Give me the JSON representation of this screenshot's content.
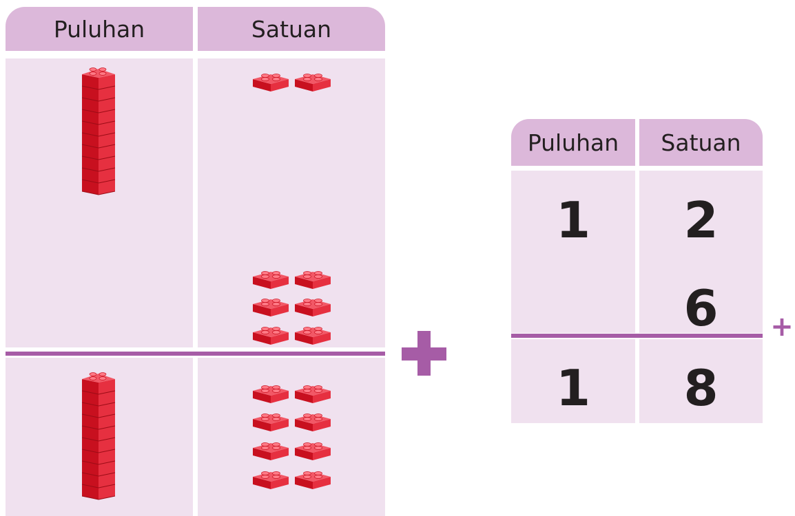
{
  "left_chart": {
    "headers": {
      "tens": "Puluhan",
      "ones": "Satuan"
    },
    "rows": [
      {
        "tens_rods": 1,
        "ones_units": 2
      },
      {
        "tens_rods": 0,
        "ones_units": 6
      },
      {
        "tens_rods": 1,
        "ones_units": 8
      }
    ]
  },
  "right_chart": {
    "headers": {
      "tens": "Puluhan",
      "ones": "Satuan"
    },
    "rows": [
      {
        "tens": "1",
        "ones": "2"
      },
      {
        "tens": "",
        "ones": "6"
      },
      {
        "tens": "1",
        "ones": "8"
      }
    ]
  },
  "operator": "+",
  "colors": {
    "header": "#dcb8da",
    "cell": "#f0e1ef",
    "line": "#a65ca6",
    "block": "#e0202e"
  }
}
